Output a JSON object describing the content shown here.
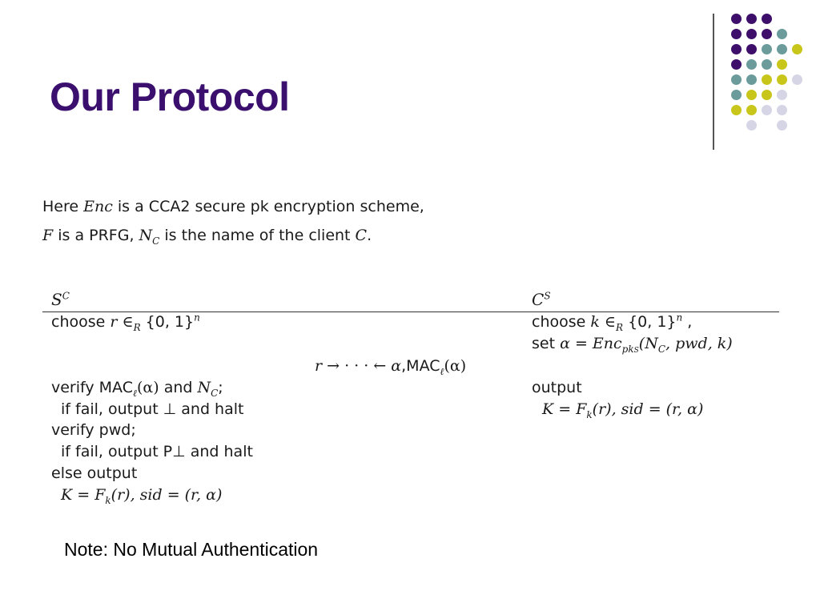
{
  "title": "Our Protocol",
  "colors": {
    "title": "#3b0f6e",
    "purple": "#3d0f6a",
    "teal": "#6b9b9b",
    "yellow": "#c8c61a",
    "lavender": "#d5d5e6"
  },
  "intro": {
    "line1_a": "Here ",
    "line1_enc": "Enc",
    "line1_b": " is a CCA2 secure pk encryption scheme,",
    "line2_F": "F",
    "line2_a": " is a PRFG, ",
    "line2_N": "N",
    "line2_Nsub": "C",
    "line2_b": " is the name of the client ",
    "line2_C": "C",
    "line2_c": "."
  },
  "headers": {
    "left_base": "S",
    "left_sup": "C",
    "right_base": "C",
    "right_sup": "S"
  },
  "server": {
    "choose": "choose ",
    "choose_r": "r",
    "choose_in": " ∈",
    "choose_R": "R",
    "choose_set": " {0, 1}",
    "choose_n": "n",
    "verify1": "verify MAC",
    "verify1_l": "ℓ",
    "verify1_alpha": "(α)",
    "verify1_and": " and ",
    "verify1_N": "N",
    "verify1_Nsub": "C",
    "verify1_end": ";",
    "fail1": "if fail, output ⊥ and halt",
    "verify2": "verify pwd;",
    "fail2": "if fail, output P⊥ and halt",
    "else_out": "else output",
    "key_K": "K",
    "key_eq": " = ",
    "key_F": "F",
    "key_k": "k",
    "key_rest": "(r), sid = (r, α)"
  },
  "client": {
    "choose": "choose ",
    "choose_k": "k",
    "choose_in": " ∈",
    "choose_R": "R",
    "choose_set": " {0, 1}",
    "choose_n": "n",
    "choose_end": " ,",
    "set": "set ",
    "set_alpha": "α",
    "set_eq": " = ",
    "set_enc": "Enc",
    "set_pk": "pk",
    "set_S": "S",
    "set_args": "(N",
    "set_Nsub": "C",
    "set_rest": ", pwd, k)",
    "output": "output",
    "key_K": "K",
    "key_eq": " = ",
    "key_F": "F",
    "key_k": "k",
    "key_rest": "(r), sid = (r, α)"
  },
  "message": {
    "r": "r",
    "arrows": " → · · · ← ",
    "alpha": "α",
    "mac": ",MAC",
    "mac_l": "ℓ",
    "mac_alpha": "(α)"
  },
  "note": "Note: No Mutual Authentication"
}
